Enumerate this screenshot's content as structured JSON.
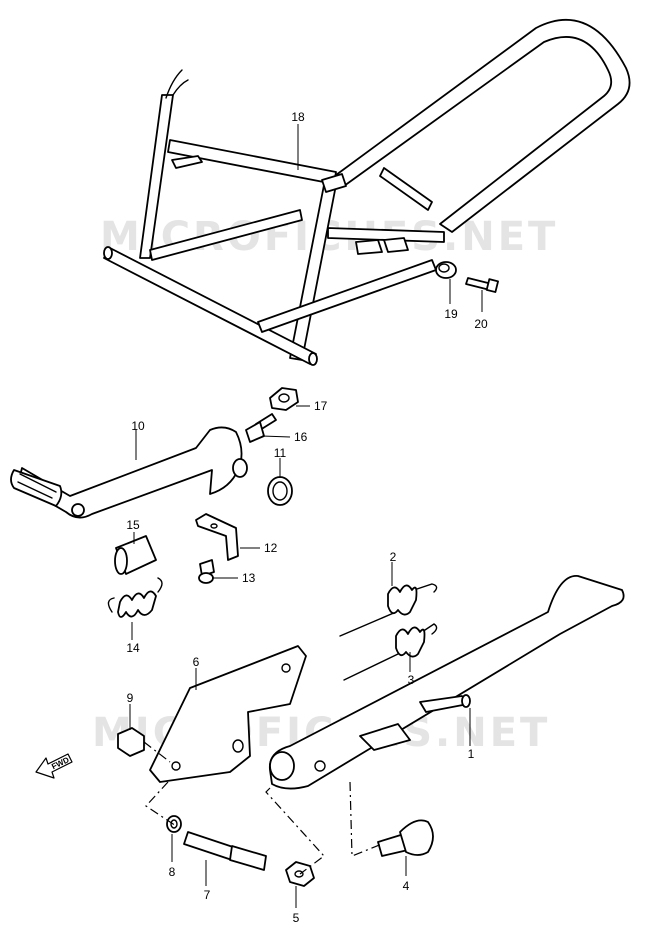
{
  "watermark": "MICROFICHES.NET",
  "fwd_label": "FWD",
  "parts": [
    {
      "id": "1",
      "label": "1"
    },
    {
      "id": "2",
      "label": "2"
    },
    {
      "id": "3",
      "label": "3"
    },
    {
      "id": "4",
      "label": "4"
    },
    {
      "id": "5",
      "label": "5"
    },
    {
      "id": "6",
      "label": "6"
    },
    {
      "id": "7",
      "label": "7"
    },
    {
      "id": "8",
      "label": "8"
    },
    {
      "id": "9",
      "label": "9"
    },
    {
      "id": "10",
      "label": "10"
    },
    {
      "id": "11",
      "label": "11"
    },
    {
      "id": "12",
      "label": "12"
    },
    {
      "id": "13",
      "label": "13"
    },
    {
      "id": "14",
      "label": "14"
    },
    {
      "id": "15",
      "label": "15"
    },
    {
      "id": "16",
      "label": "16"
    },
    {
      "id": "17",
      "label": "17"
    },
    {
      "id": "18",
      "label": "18"
    },
    {
      "id": "19",
      "label": "19"
    },
    {
      "id": "20",
      "label": "20"
    }
  ]
}
